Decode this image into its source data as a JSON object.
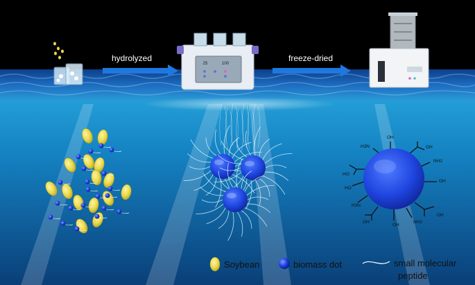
{
  "steps": [
    {
      "label": "hydrolyzed"
    },
    {
      "label": "freeze-dried"
    }
  ],
  "device": {
    "display_left": "25",
    "display_right": "100"
  },
  "chem_labels": {
    "top_left": "H3N",
    "top_oh": "OH",
    "top_cooh": "OH",
    "right_nh": "NH2",
    "right_oh": "OH",
    "bottom_right_cooh": "OH",
    "bottom_nh": "NH2",
    "bottom_oh": "OH",
    "bottom_left_cooh": "OH",
    "left_nh": "H3N",
    "left_oh": "HO",
    "left_cooh": "HO"
  },
  "legend": {
    "soybean": "Soybean",
    "biomass_dot": "biomass dot",
    "peptide_line1": "small molecular",
    "peptide_line2": "peptide"
  },
  "colors": {
    "soybean": "#e8d84a",
    "dot": "#1f3fe0",
    "arrow": "#1e78e0",
    "sky": "#000000",
    "water_top": "#1e9fd6",
    "water_bottom": "#0a4f8a"
  }
}
